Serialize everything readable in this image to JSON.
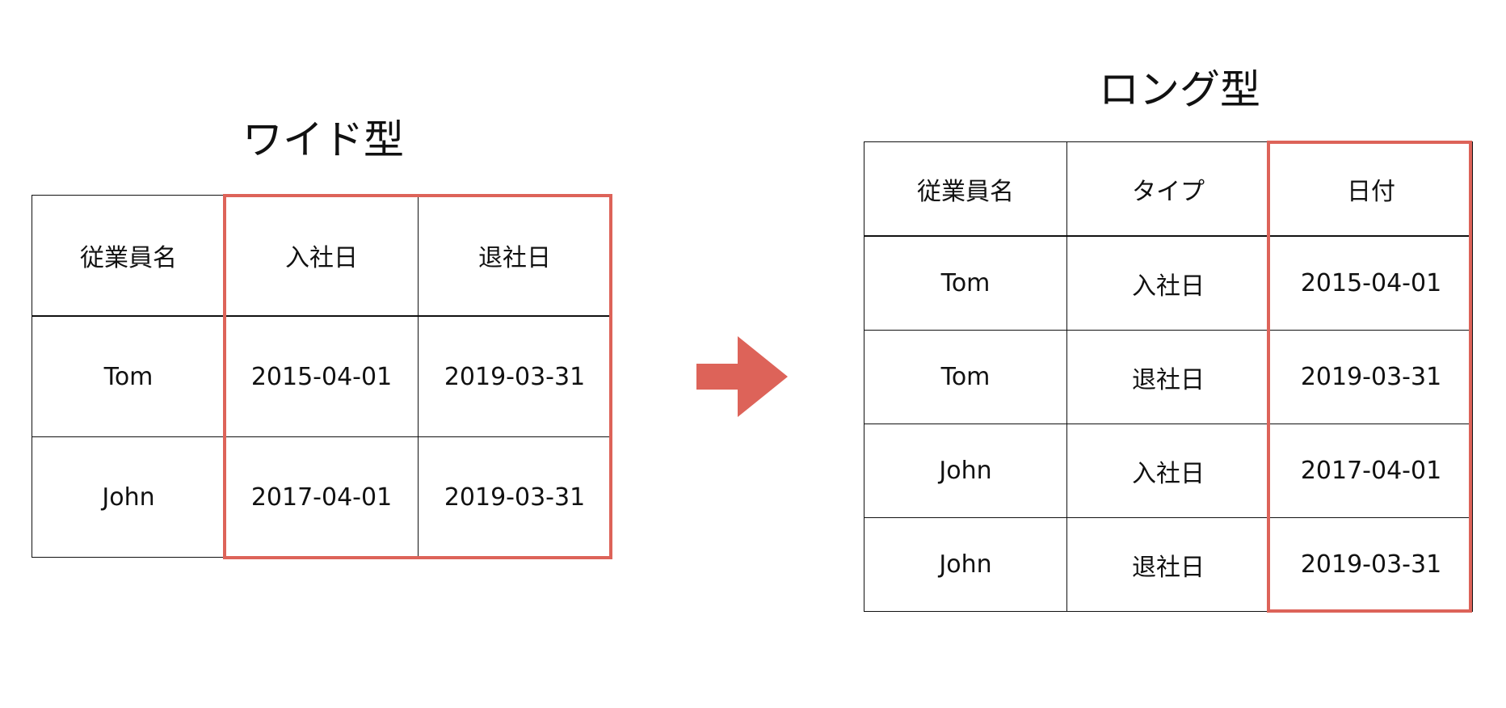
{
  "wide": {
    "title": "ワイド型",
    "headers": [
      "従業員名",
      "入社日",
      "退社日"
    ],
    "rows": [
      [
        "Tom",
        "2015-04-01",
        "2019-03-31"
      ],
      [
        "John",
        "2017-04-01",
        "2019-03-31"
      ]
    ]
  },
  "long": {
    "title": "ロング型",
    "headers": [
      "従業員名",
      "タイプ",
      "日付"
    ],
    "rows": [
      [
        "Tom",
        "入社日",
        "2015-04-01"
      ],
      [
        "Tom",
        "退社日",
        "2019-03-31"
      ],
      [
        "John",
        "入社日",
        "2017-04-01"
      ],
      [
        "John",
        "退社日",
        "2019-03-31"
      ]
    ]
  },
  "colors": {
    "highlight": "#dd6359",
    "arrow": "#dd6359",
    "line": "#111111"
  },
  "icons": {
    "transform": "right-arrow-icon"
  }
}
